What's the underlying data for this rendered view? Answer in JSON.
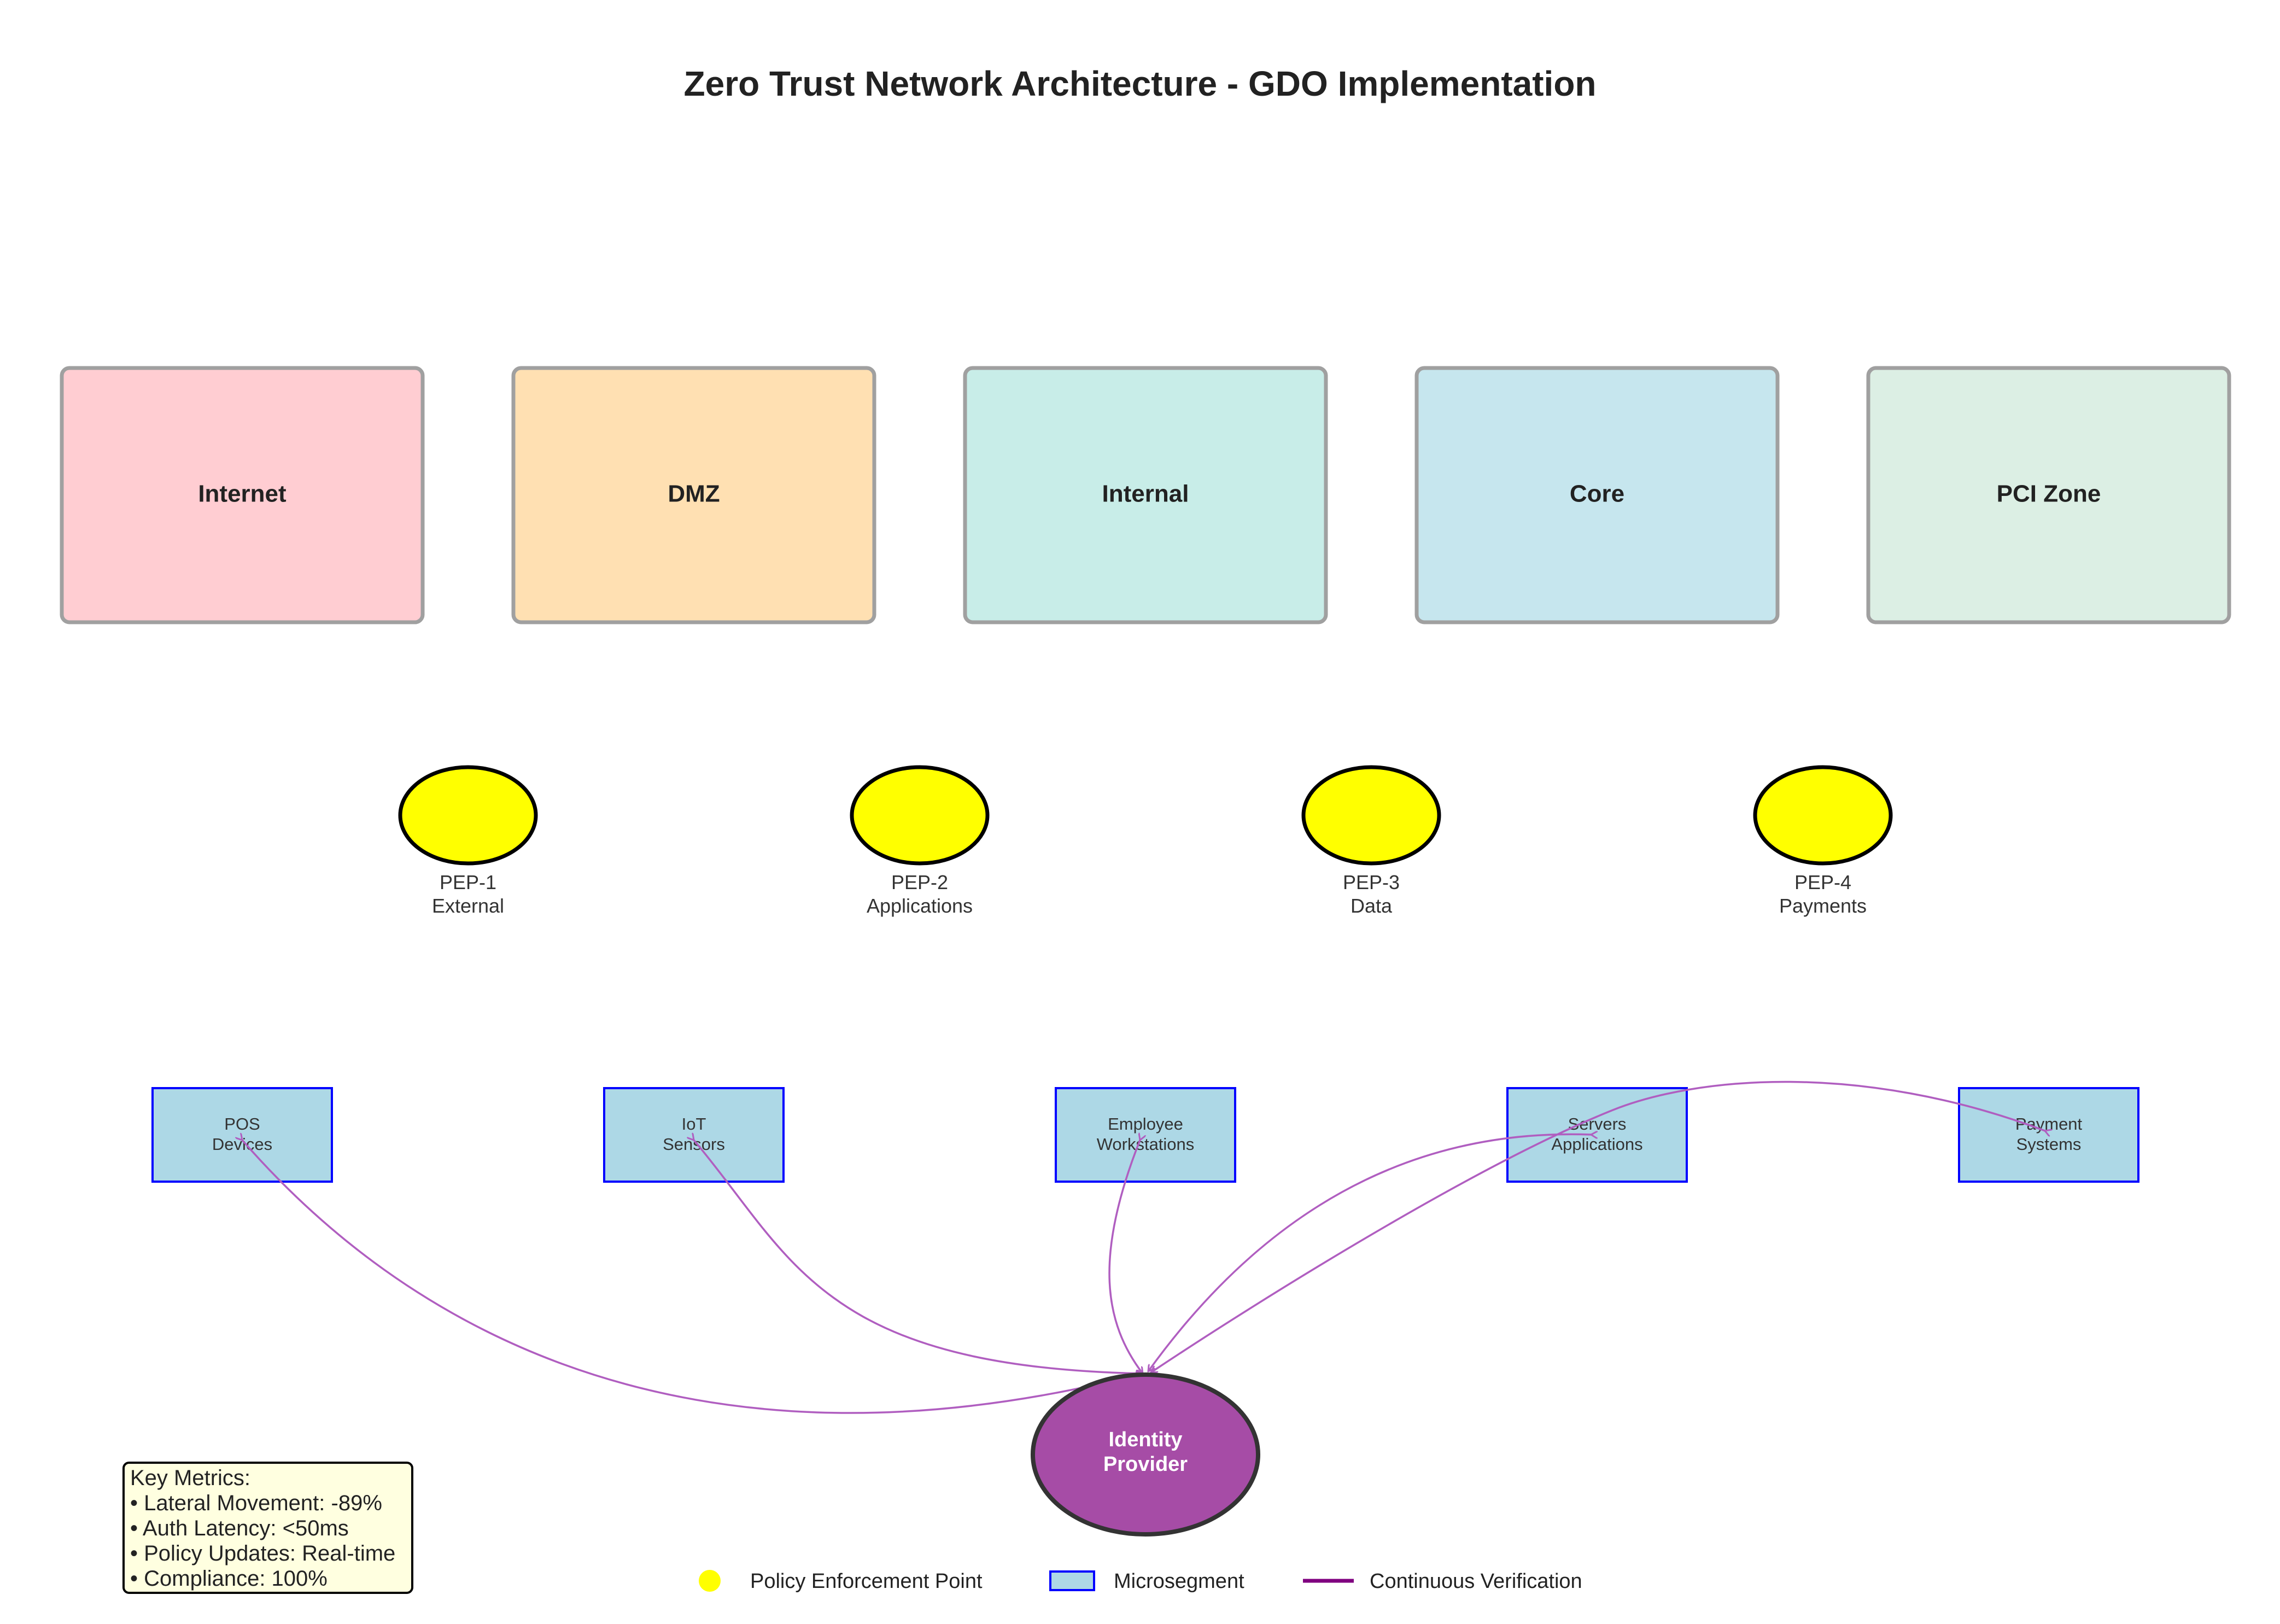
{
  "title": "Zero Trust Network Architecture - GDO Implementation",
  "colors": {
    "pep_fill": "#ffff00",
    "segment_fill": "#add8e6",
    "segment_border": "#0000ff",
    "verification_line": "#800080",
    "verification_arrow": "#b05ec0",
    "identity_provider_fill": "#a64ca6",
    "metrics_fill": "#ffffe0"
  },
  "zones": [
    {
      "label": "Internet",
      "color": "#ffcdd2"
    },
    {
      "label": "DMZ",
      "color": "#ffe0b2"
    },
    {
      "label": "Internal",
      "color": "#c8ede8"
    },
    {
      "label": "Core",
      "color": "#c6e6ee"
    },
    {
      "label": "PCI Zone",
      "color": "#dcefe4"
    }
  ],
  "peps": [
    {
      "name": "PEP-1",
      "desc": "External"
    },
    {
      "name": "PEP-2",
      "desc": "Applications"
    },
    {
      "name": "PEP-3",
      "desc": "Data"
    },
    {
      "name": "PEP-4",
      "desc": "Payments"
    }
  ],
  "segments": [
    {
      "line1": "POS",
      "line2": "Devices"
    },
    {
      "line1": "IoT",
      "line2": "Sensors"
    },
    {
      "line1": "Employee",
      "line2": "Workstations"
    },
    {
      "line1": "Servers",
      "line2": "Applications"
    },
    {
      "line1": "Payment",
      "line2": "Systems"
    }
  ],
  "identity_provider": {
    "line1": "Identity",
    "line2": "Provider"
  },
  "metrics": {
    "title": "Key Metrics:",
    "items": [
      "• Lateral Movement: -89%",
      "• Auth Latency: <50ms",
      "• Policy Updates: Real-time",
      "• Compliance: 100%"
    ]
  },
  "legend": {
    "pep": "Policy Enforcement Point",
    "microsegment": "Microsegment",
    "verification": "Continuous Verification"
  }
}
